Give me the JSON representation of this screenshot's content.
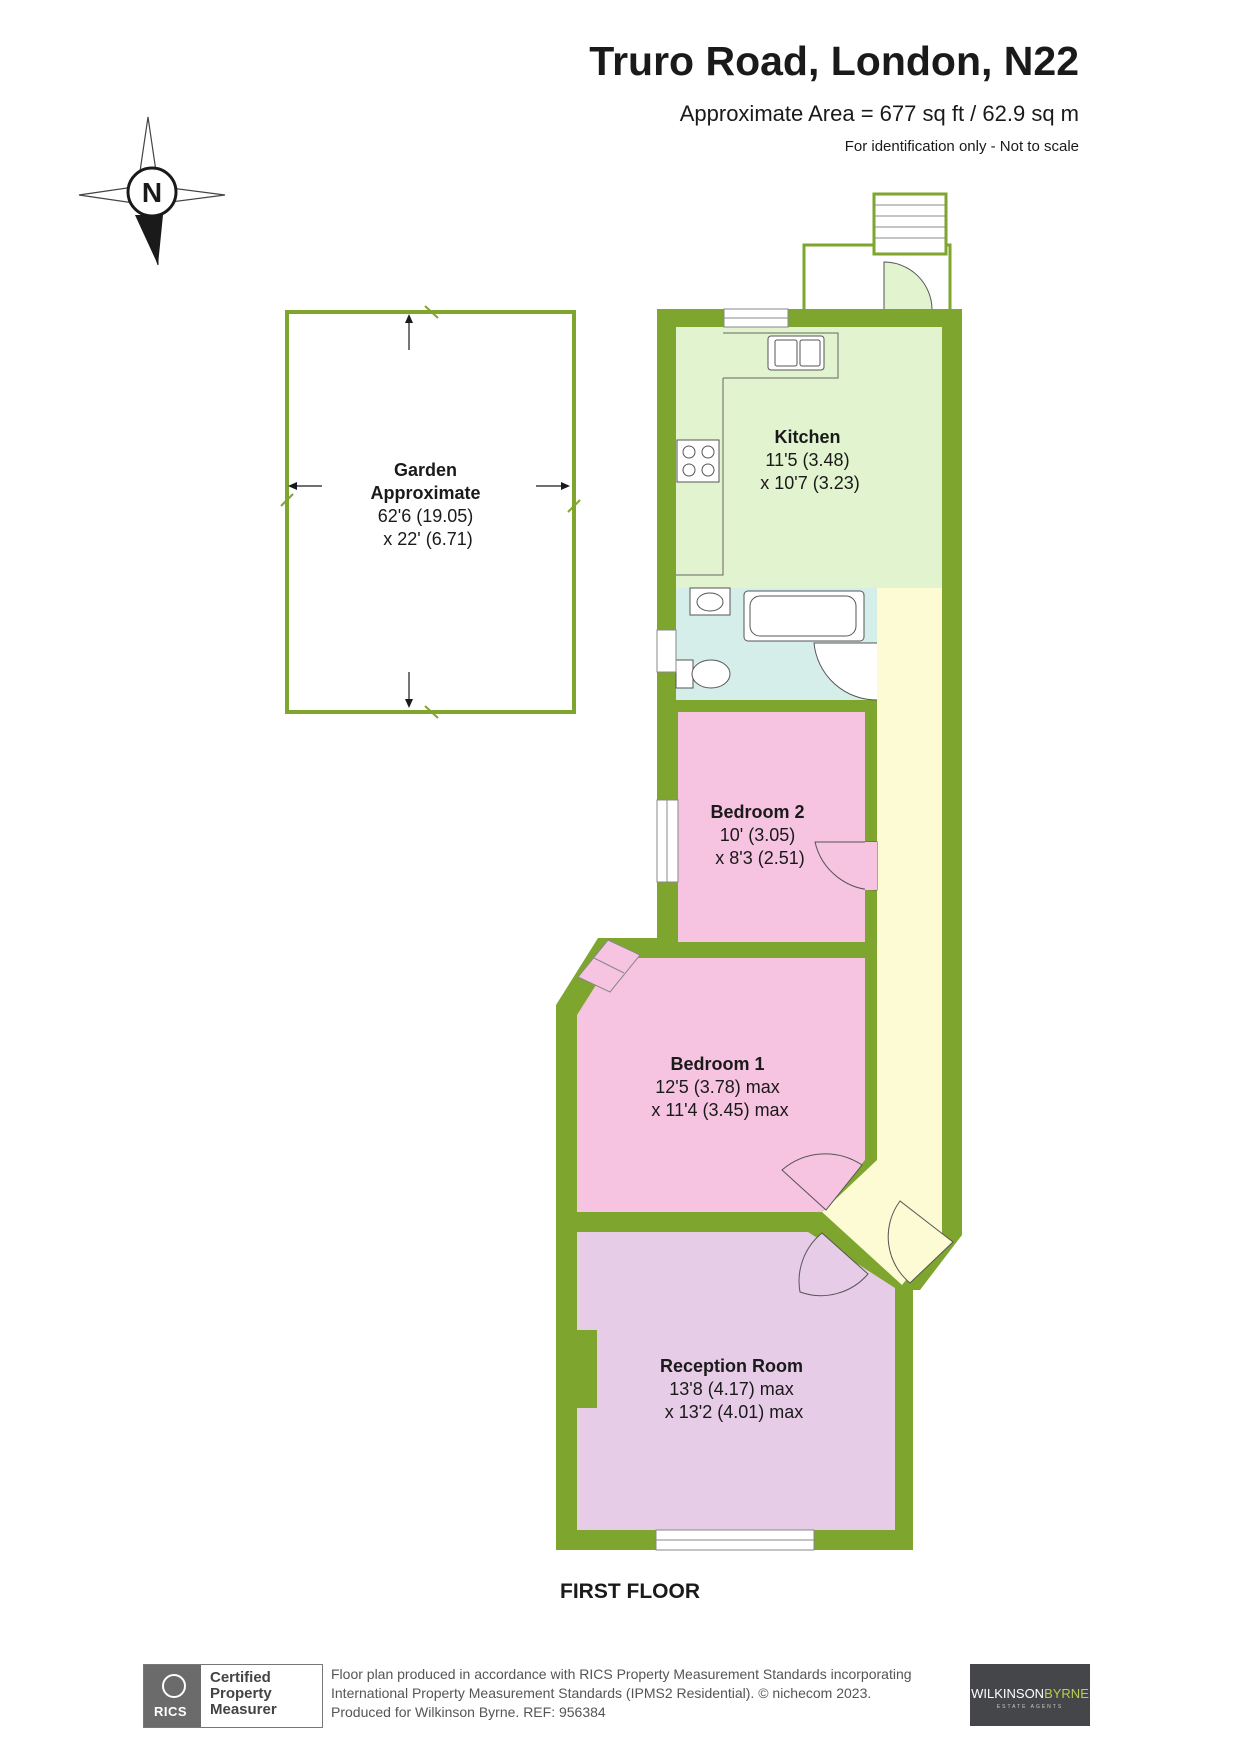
{
  "header": {
    "title": "Truro Road, London, N22",
    "area": "Approximate Area = 677 sq ft / 62.9 sq m",
    "identification": "For identification only - Not to scale"
  },
  "compass": {
    "letter": "N"
  },
  "rooms": {
    "garden": {
      "name": "Garden",
      "name2": "Approximate",
      "dim1": "62'6 (19.05)",
      "dim2": "x 22' (6.71)"
    },
    "kitchen": {
      "name": "Kitchen",
      "dim1": "11'5 (3.48)",
      "dim2": "x 10'7 (3.23)"
    },
    "bedroom2": {
      "name": "Bedroom 2",
      "dim1": "10' (3.05)",
      "dim2": "x 8'3 (2.51)"
    },
    "bedroom1": {
      "name": "Bedroom 1",
      "dim1": "12'5 (3.78) max",
      "dim2": "x 11'4 (3.45) max"
    },
    "reception": {
      "name": "Reception Room",
      "dim1": "13'8 (4.17) max",
      "dim2": "x 13'2 (4.01) max"
    }
  },
  "floor_label": "FIRST FLOOR",
  "footer": {
    "rics": "RICS",
    "certified": [
      "Certified",
      "Property",
      "Measurer"
    ],
    "lines": [
      "Floor plan produced in accordance with RICS Property Measurement Standards incorporating",
      "International Property Measurement Standards (IPMS2 Residential).  © nichecom 2023.",
      "Produced for Wilkinson Byrne.   REF:  956384"
    ],
    "agent_part1": "WILKINSON",
    "agent_part2": "BYRNE",
    "agent_sub": "ESTATE AGENTS"
  },
  "colors": {
    "wall": "#7ea62e",
    "kitchen": "#e1f3cf",
    "bathroom": "#d6eeea",
    "bedroom": "#f6c3e0",
    "reception": "#e6cce6",
    "hallway": "#fdfbd3"
  }
}
